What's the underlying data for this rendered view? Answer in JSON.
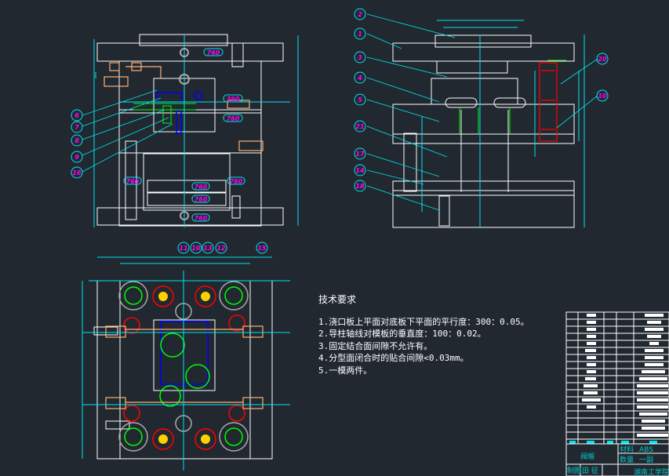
{
  "drawing": {
    "title": "Injection mold assembly drawing",
    "tech_requirements": {
      "heading": "技术要求",
      "items": [
        "1.浇口板上平面对底板下平面的平行度：300：0.05。",
        "2.导柱轴线对模板的垂直度：100：0.02。",
        "3.固定结合面间隙不允许有。",
        "4.分型面闭合时的贴合间隙<0.03mm。",
        "5.一模两件。"
      ]
    },
    "front_view": {
      "balloons": [
        "6",
        "7",
        "8",
        "9",
        "16"
      ],
      "tags": [
        "760",
        "760",
        "760",
        "760",
        "760",
        "760",
        "760",
        "760"
      ]
    },
    "side_view": {
      "balloons_left": [
        "2",
        "1",
        "3",
        "4",
        "5",
        "21",
        "17",
        "14",
        "18"
      ],
      "balloons_right": [
        "20",
        "10"
      ]
    },
    "plan_view": {
      "balloons": [
        "11",
        "10",
        "13",
        "12",
        "15"
      ]
    },
    "title_block": {
      "part_name": "阀帽",
      "material_label": "材料",
      "material": "ABS",
      "quantity_label": "数量",
      "quantity": "一副",
      "drawn_label": "制图",
      "drawn_by": "田 征",
      "school": "湖南工学院"
    },
    "colors": {
      "background": "#212830",
      "outline": "#ffffff",
      "dimension": "#00e5ee",
      "text_dim": "#00ff00",
      "balloon_text": "#ff00ff",
      "cooling": "#ffb070",
      "cavity": "#0000ff",
      "red": "#ff0000"
    }
  }
}
